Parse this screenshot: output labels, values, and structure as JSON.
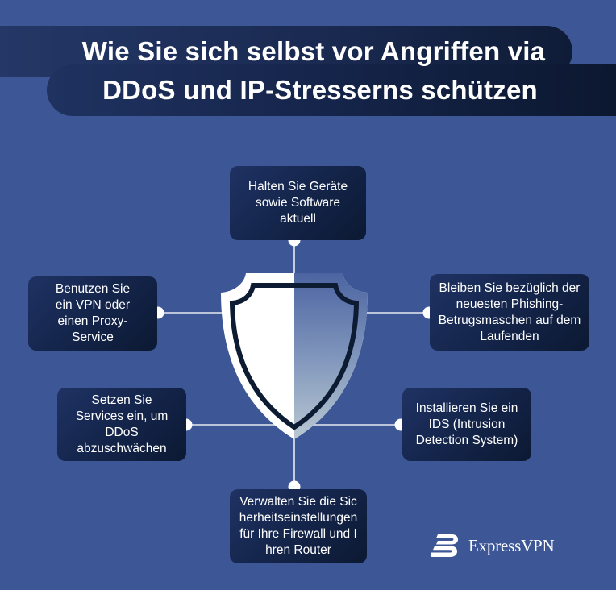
{
  "title": {
    "line1": "Wie Sie sich selbst vor Angriffen via",
    "line2": "DDoS und IP-Stresserns schützen"
  },
  "center_icon": "shield-icon",
  "tips": [
    {
      "id": "top",
      "text": "Halten Sie Geräte sowie Software aktuell"
    },
    {
      "id": "left",
      "text": "Benutzen Sie ein VPN oder einen Proxy-Service"
    },
    {
      "id": "right",
      "text": "Bleiben Sie bezüglich der neuesten Phishing-Betrugsmaschen auf dem Laufenden"
    },
    {
      "id": "lower-left",
      "text": "Setzen Sie Services ein, um DDoS abzuschwächen"
    },
    {
      "id": "lower-right",
      "text": "Installieren Sie ein IDS (Intrusion Detection System)"
    },
    {
      "id": "bottom",
      "text": "Verwalten Sie die Sicherheitseinstellungen für Ihre Firewall und Ihren Router"
    }
  ],
  "brand": {
    "name": "ExpressVPN",
    "icon": "expressvpn-logo-icon"
  },
  "colors": {
    "background": "#3d5796",
    "box_dark": "#0c1933",
    "box_light": "#1f3263",
    "connector": "#e6e9f0",
    "shield_outline": "#0d1b33"
  }
}
